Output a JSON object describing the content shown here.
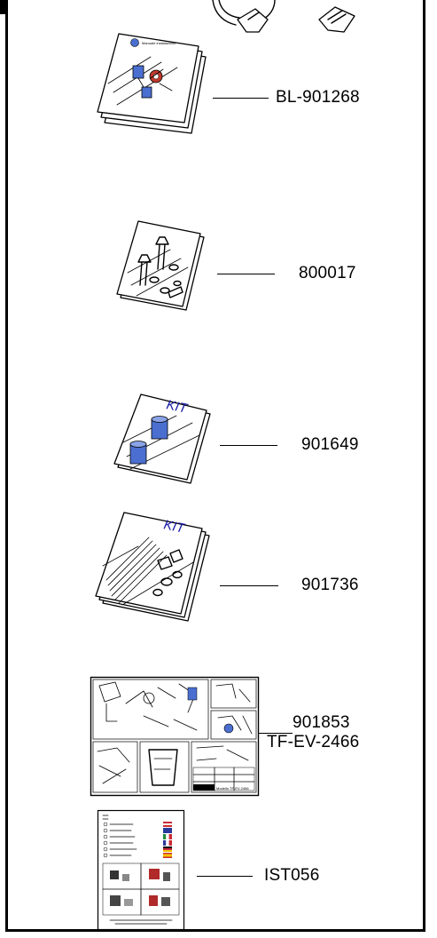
{
  "colors": {
    "frame": "#000000",
    "accent_blue": "#4a6fd0",
    "kit_text": "#1a1aa8"
  },
  "parts": [
    {
      "code": "BL-901268",
      "icon": "instruction-booklet-with-valve-icon"
    },
    {
      "code": "800017",
      "icon": "bolt-kit-bag-icon"
    },
    {
      "code": "901649",
      "icon": "cylinder-kit-bag-icon"
    },
    {
      "code": "901736",
      "icon": "cable-kit-bag-icon"
    },
    {
      "code": "901853",
      "code_2": "TF-EV-2466",
      "icon": "exploded-view-sheet-icon"
    },
    {
      "code": "IST056",
      "icon": "multilingual-manual-cover-icon"
    }
  ],
  "kit_label": "KIT",
  "booklet_title": "Manuale installazione",
  "sheet_footer": "Modello TF-EV-2466"
}
